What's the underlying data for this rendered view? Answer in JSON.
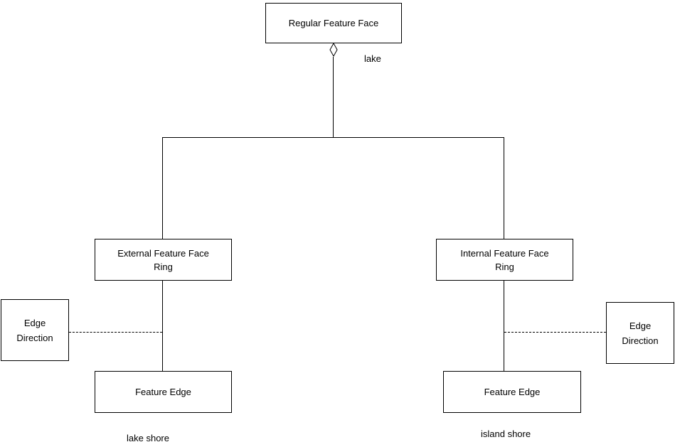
{
  "diagram": {
    "type": "uml-class-diagram",
    "colors": {
      "background": "#ffffff",
      "line": "#000000",
      "text": "#000000",
      "node_fill": "#ffffff"
    },
    "nodes": {
      "root": {
        "label": "Regular Feature Face"
      },
      "external_ring": {
        "line1": "External Feature Face",
        "line2": "Ring"
      },
      "internal_ring": {
        "line1": "Internal Feature Face",
        "line2": "Ring"
      },
      "edge_direction_left": {
        "line1": "Edge",
        "line2": "Direction"
      },
      "edge_direction_right": {
        "line1": "Edge",
        "line2": "Direction"
      },
      "feature_edge_left": {
        "label": "Feature Edge"
      },
      "feature_edge_right": {
        "label": "Feature Edge"
      }
    },
    "labels": {
      "aggregation_role": "lake",
      "left_shore_role": "lake shore",
      "right_shore_role": "island shore"
    },
    "icons": {
      "aggregation_diamond": "hollow-diamond"
    },
    "connectors": [
      {
        "from": "Regular Feature Face",
        "to": "External Feature Face Ring",
        "style": "solid",
        "marker": "hollow-diamond-at-parent",
        "label": "lake"
      },
      {
        "from": "Regular Feature Face",
        "to": "Internal Feature Face Ring",
        "style": "solid",
        "marker": "hollow-diamond-at-parent",
        "label": "lake"
      },
      {
        "from": "External Feature Face Ring",
        "to": "Feature Edge",
        "style": "solid",
        "label": "lake shore"
      },
      {
        "from": "Internal Feature Face Ring",
        "to": "Feature Edge",
        "style": "solid",
        "label": "island shore"
      },
      {
        "from": "Edge Direction",
        "to": "External Feature Face Ring / Feature Edge link",
        "style": "dashed"
      },
      {
        "from": "Edge Direction",
        "to": "Internal Feature Face Ring / Feature Edge link",
        "style": "dashed"
      }
    ]
  }
}
